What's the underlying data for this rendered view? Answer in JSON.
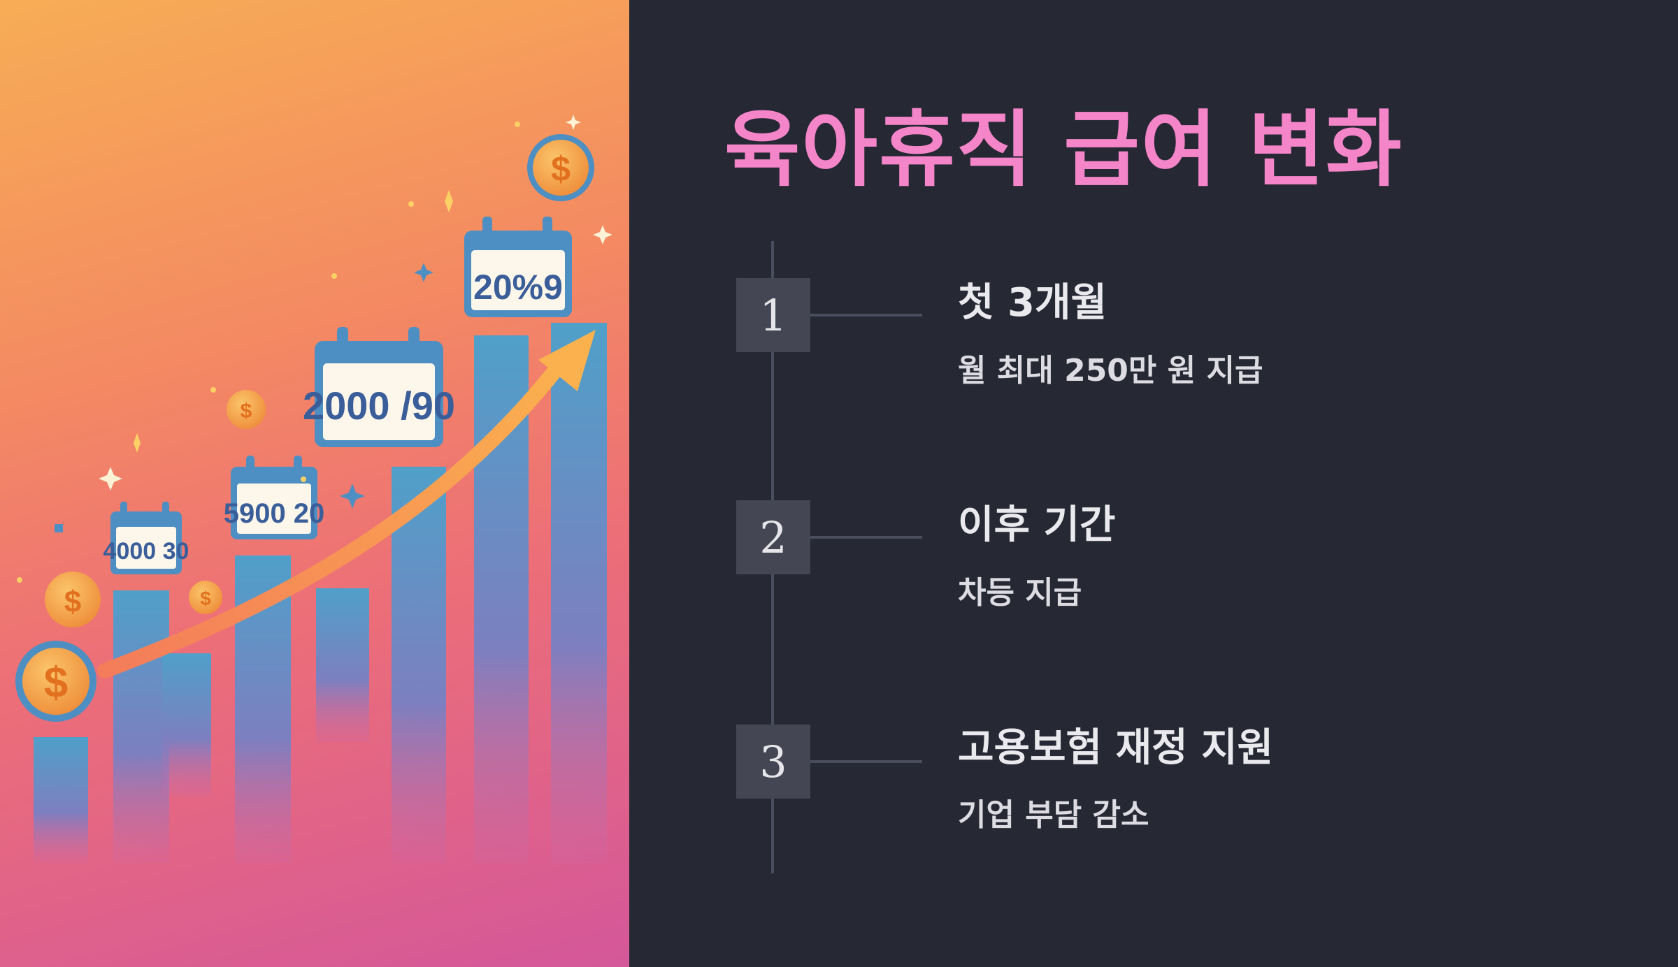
{
  "title": "육아휴직 급여 변화",
  "steps": [
    {
      "number": "1",
      "title": "첫 3개월",
      "description": "월 최대 250만 원 지급"
    },
    {
      "number": "2",
      "title": "이후 기간",
      "description": "차등 지급"
    },
    {
      "number": "3",
      "title": "고용보험 재정 지원",
      "description": "기업 부담 감소"
    }
  ],
  "illustration": {
    "calendar_labels": [
      "4000 30",
      "5900 20",
      "2000 /90",
      "20%9"
    ],
    "coin_symbol": "$"
  },
  "colors": {
    "title": "#f585c9",
    "background": "#262833",
    "step_box": "#444753",
    "timeline": "#4a4d5b"
  }
}
